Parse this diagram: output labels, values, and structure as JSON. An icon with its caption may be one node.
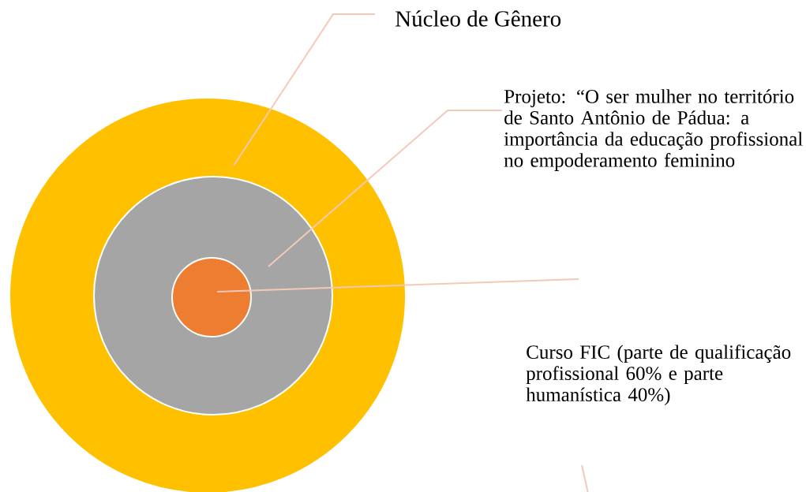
{
  "diagram": {
    "nodes": [
      {
        "text": [],
        "shape": "circle"
      },
      {
        "text": [],
        "shape": "circle",
        "in": 0
      },
      {
        "text": [],
        "shape": "circle",
        "in": 1
      },
      {
        "text": [
          "Núcleo de Gênero"
        ]
      },
      {
        "text": [
          "Projeto: “O ser mulher no território de Santo Antônio de Pádua: a importância da educação profissional no empoderamento feminino"
        ]
      }
    ],
    "edges": [
      {
        "from": 3,
        "to": 0,
        "arrow": "none"
      },
      {
        "from": 4,
        "to": 1,
        "arrow": "none"
      },
      {
        "from": null,
        "to": 2,
        "arrow": "none"
      }
    ],
    "labels": [
      "Curso FIC (parte de qualificação profissional 60% e parte humanística 40%)"
    ]
  }
}
